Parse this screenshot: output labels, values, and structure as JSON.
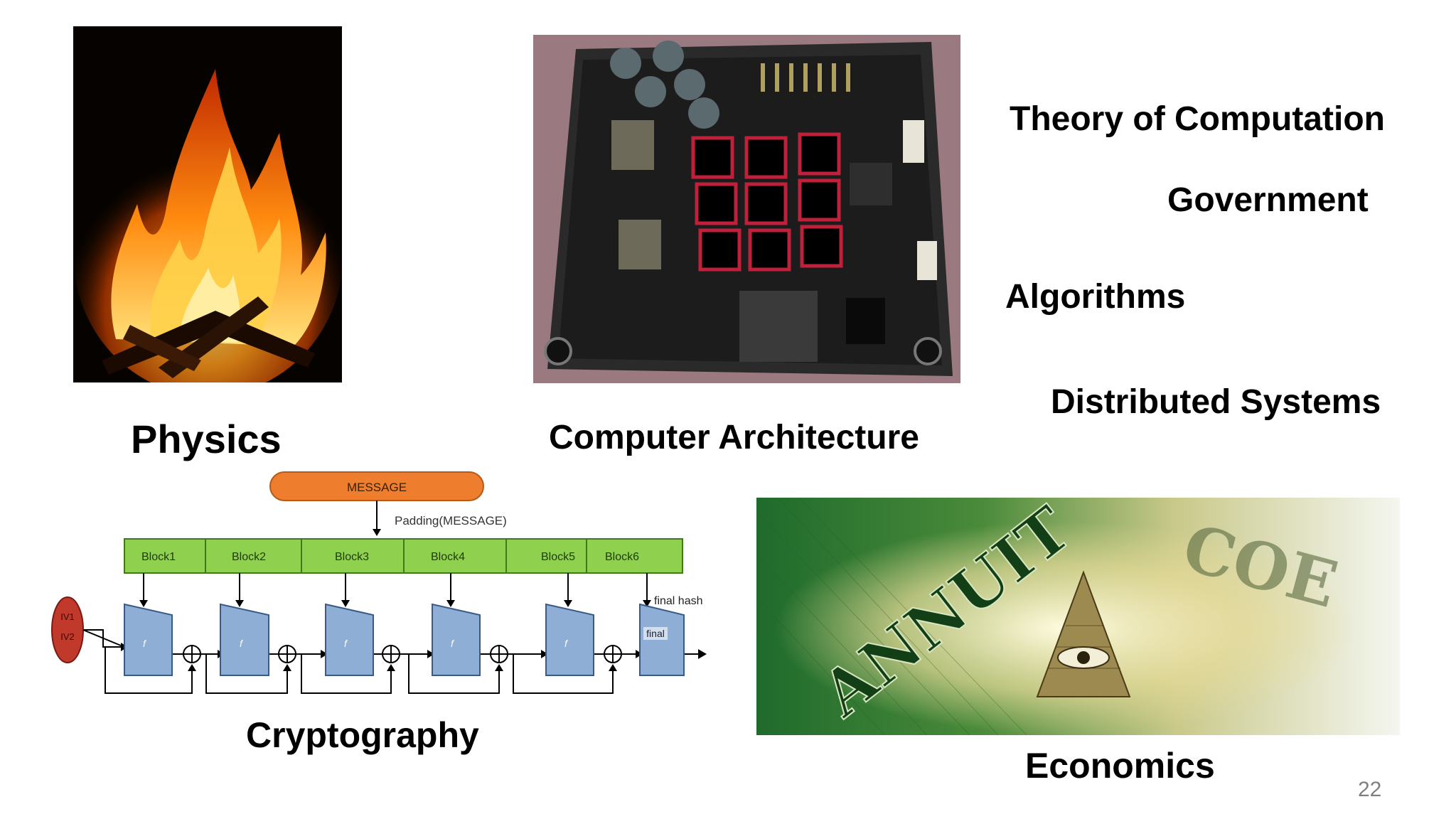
{
  "labels": {
    "physics": "Physics",
    "computer_architecture": "Computer Architecture",
    "theory_of_computation": "Theory of Computation",
    "government": "Government",
    "algorithms": "Algorithms",
    "distributed_systems": "Distributed Systems",
    "cryptography": "Cryptography",
    "economics": "Economics"
  },
  "page_number": "22",
  "hash_diagram": {
    "message": "MESSAGE",
    "padding": "Padding(MESSAGE)",
    "blocks": [
      "Block1",
      "Block2",
      "Block3",
      "Block4",
      "Block5",
      "Block6"
    ],
    "iv_labels": [
      "IV1",
      "IV2"
    ],
    "compress_symbol": "f",
    "final_label": "final",
    "final_hash": "final hash"
  },
  "dollar_lettering": [
    "ANNUIT",
    "COE"
  ],
  "colors": {
    "message_fill": "#ee7d2d",
    "block_fill": "#8fd14f",
    "compress_fill": "#8eaed6",
    "iv_fill": "#c0392b"
  }
}
